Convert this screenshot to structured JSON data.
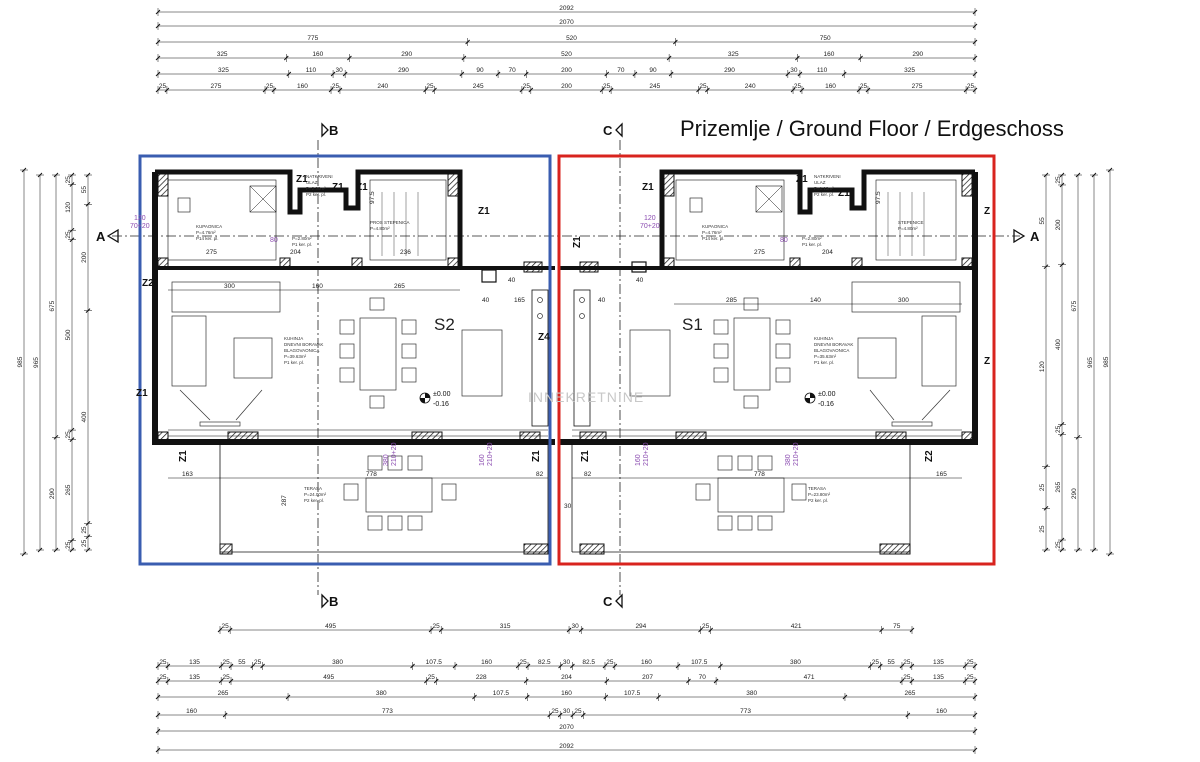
{
  "title": "Prizemlje / Ground Floor / Erdgeschoss",
  "units": {
    "left": {
      "label": "S2",
      "outline_color": "#3a5db0"
    },
    "right": {
      "label": "S1",
      "outline_color": "#d8231e"
    }
  },
  "sections": {
    "b_top": "B",
    "b_bottom": "B",
    "c_top": "C",
    "c_bottom": "C",
    "a_left": "A",
    "a_right": "A"
  },
  "watermark": "INNEKRETNINE",
  "levels": {
    "left_top": "±0.00",
    "left_bottom": "-0.16",
    "right_top": "±0.00",
    "right_bottom": "-0.16"
  },
  "rooms": {
    "left": {
      "bath": [
        "KUPAONICA",
        "P=4.76m²",
        "P14 ker. pl."
      ],
      "utility": [
        "NATKRIVENI",
        "ULAZ",
        "P=2.30m²",
        "P2 ker. pl."
      ],
      "entry": [
        "P=2.80m²",
        "P1 ker. pl."
      ],
      "stairs": [
        "PROS STEPENICA",
        "P=4.80m²"
      ],
      "living": [
        "KUHINJA",
        "DNEVNI BORAVAK",
        "BLAGOVAONICA",
        "P=39.63m²",
        "P1 ker. pl."
      ],
      "terrace": [
        "TERASA",
        "P=24.00m²",
        "P2 ker. pl."
      ]
    },
    "right": {
      "bath": [
        "KUPAONICA",
        "P=4.76m²",
        "P14 ker. pl."
      ],
      "utility": [
        "NATKRIVENI",
        "ULAZ",
        "P=1.12m²",
        "P2 ker. pl."
      ],
      "entry": [
        "P=2.80m²",
        "P1 ker. pl."
      ],
      "stairs": [
        "STEPENICE",
        "P=4.80m²"
      ],
      "living": [
        "KUHINJA",
        "DNEVNI BORAVAK",
        "BLAGOVAONICA",
        "P=35.63m²",
        "P1 ker. pl."
      ],
      "terrace": [
        "TERASA",
        "P=23.80m²",
        "P2 ker. pl."
      ]
    }
  },
  "wall_labels": {
    "left_top_1": "Z1",
    "left_top_2": "Z1",
    "left_top_3": "Z1",
    "left_mid": "Z1",
    "left_outer": "Z1",
    "left_z4": "Z4",
    "left_terr_a": "Z1",
    "left_terr_b": "Z1",
    "left_corner": "Z2",
    "right_top_1": "Z1",
    "right_top_2": "Z1",
    "right_top_3": "Z1",
    "right_mid": "Z1",
    "right_terr_a": "Z1",
    "right_terr_b": "Z2",
    "right_edge_1": "Z",
    "right_edge_2": "Z"
  },
  "interior_dims": {
    "l_300": "300",
    "l_160": "160",
    "l_265": "265",
    "l_40a": "40",
    "l_165": "165",
    "l_40b": "40",
    "l_275": "275",
    "l_204": "204",
    "l_236": "236",
    "l_163": "163",
    "l_778": "778",
    "l_82": "82",
    "l_287": "287",
    "l_380": "380",
    "l_21020a": "210+20",
    "l_160v": "160",
    "l_21020b": "210+20",
    "l_12070": "120",
    "l_7020": "70+20",
    "l_80": "80",
    "l_975": "97.5",
    "l_30": "30",
    "r_285": "285",
    "r_140": "140",
    "r_300": "300",
    "r_40a": "40",
    "r_40b": "40",
    "r_275": "275",
    "r_204": "204",
    "r_82": "82",
    "r_778": "778",
    "r_165": "165",
    "r_160v": "160",
    "r_21020a": "210+20",
    "r_380": "380",
    "r_21020b": "210+20",
    "r_120": "120",
    "r_7020": "70+20",
    "r_80": "80",
    "r_975": "97.5"
  },
  "dims_top": {
    "row1": [
      "2092"
    ],
    "row2": [
      "2070"
    ],
    "row3": [
      "775",
      "520",
      "750"
    ],
    "row4": [
      "325",
      "160",
      "290",
      "520",
      "325",
      "160",
      "290"
    ],
    "row5": [
      "325",
      "110",
      "30",
      "290",
      "90",
      "70",
      "200",
      "70",
      "90",
      "290",
      "30",
      "110",
      "325"
    ],
    "row6": [
      "25",
      "275",
      "25",
      "160",
      "25",
      "240",
      "25",
      "245",
      "25",
      "200",
      "25",
      "245",
      "25",
      "240",
      "25",
      "160",
      "25",
      "275",
      "25"
    ]
  },
  "dims_bottom": {
    "row1": [
      "25",
      "495",
      "25",
      "315",
      "30",
      "294",
      "25",
      "421",
      "75"
    ],
    "row2": [
      "25",
      "135",
      "25",
      "55",
      "25",
      "380",
      "107.5",
      "160",
      "25",
      "82.5",
      "30",
      "82.5",
      "25",
      "160",
      "107.5",
      "380",
      "25",
      "55",
      "25",
      "135",
      "25"
    ],
    "row3": [
      "25",
      "135",
      "25",
      "495",
      "25",
      "228",
      "204",
      "207",
      "70",
      "471",
      "25",
      "135",
      "25"
    ],
    "row4": [
      "265",
      "380",
      "107.5",
      "160",
      "107.5",
      "380",
      "265"
    ],
    "row5": [
      "160",
      "773",
      "25",
      "30",
      "25",
      "773",
      "160"
    ],
    "row6": [
      "2070"
    ],
    "row7": [
      "2092"
    ]
  },
  "dims_left": {
    "col1": [
      "985"
    ],
    "col2": [
      "965"
    ],
    "col3": [
      "675",
      "290"
    ],
    "col4": [
      "25",
      "120",
      "25",
      "500",
      "25",
      "265",
      "25"
    ],
    "col5": [
      "55",
      "200",
      "400",
      "25",
      "25"
    ]
  },
  "dims_right": {
    "col1": [
      "985"
    ],
    "col2": [
      "965"
    ],
    "col3": [
      "675",
      "290"
    ],
    "col4": [
      "25",
      "200",
      "400",
      "25",
      "265",
      "25"
    ],
    "col5": [
      "55",
      "120",
      "25",
      "25"
    ]
  }
}
